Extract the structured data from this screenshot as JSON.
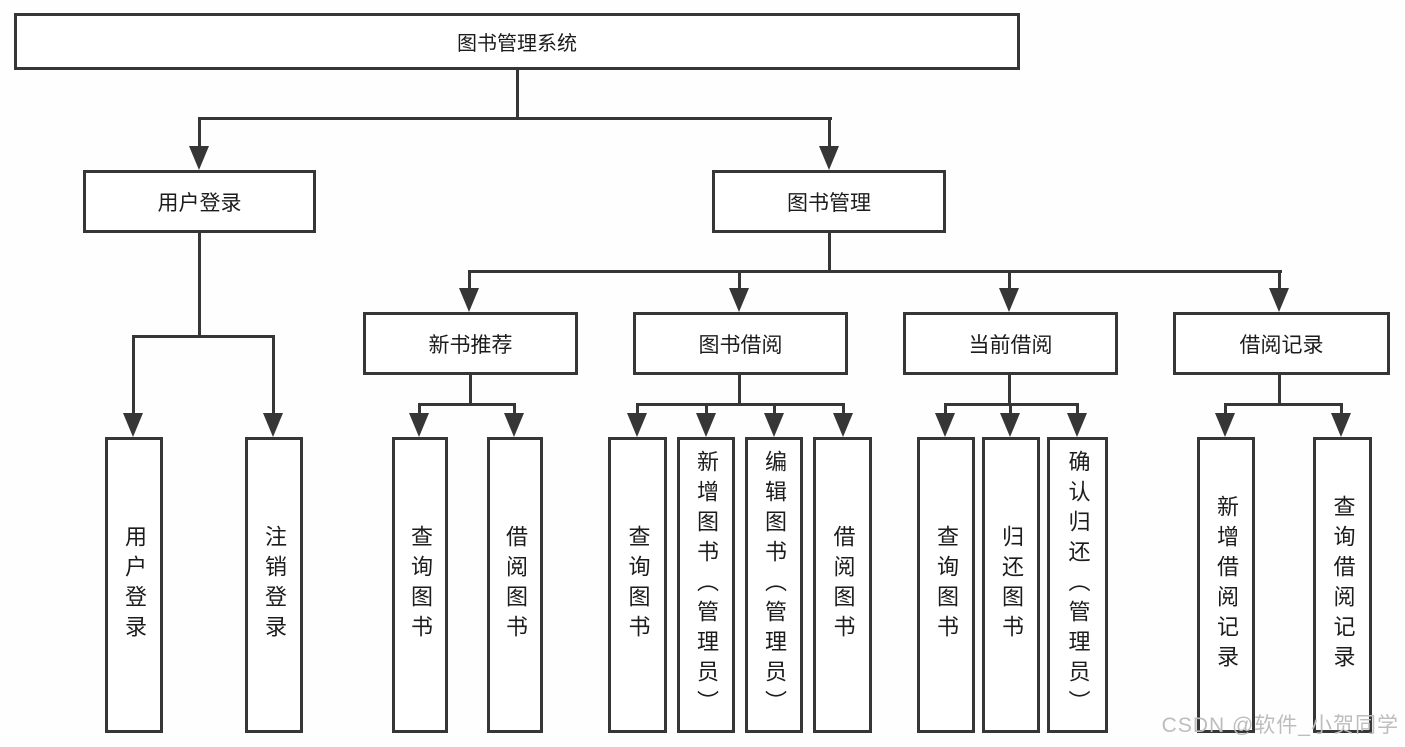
{
  "diagram": {
    "root": {
      "label": "图书管理系统"
    },
    "user_login": {
      "label": "用户登录",
      "leaves": [
        {
          "label": "用户登录"
        },
        {
          "label": "注销登录"
        }
      ]
    },
    "book_management": {
      "label": "图书管理",
      "sections": [
        {
          "label": "新书推荐",
          "leaves": [
            {
              "label": "查询图书"
            },
            {
              "label": "借阅图书"
            }
          ]
        },
        {
          "label": "图书借阅",
          "leaves": [
            {
              "label": "查询图书"
            },
            {
              "label": "新增图书（管理员）"
            },
            {
              "label": "编辑图书（管理员）"
            },
            {
              "label": "借阅图书"
            }
          ]
        },
        {
          "label": "当前借阅",
          "leaves": [
            {
              "label": "查询图书"
            },
            {
              "label": "归还图书"
            },
            {
              "label": "确认归还（管理员）"
            }
          ]
        },
        {
          "label": "借阅记录",
          "leaves": [
            {
              "label": "新增借阅记录"
            },
            {
              "label": "查询借阅记录"
            }
          ]
        }
      ]
    }
  },
  "watermark": {
    "text": "CSDN @软件_小贺同学"
  },
  "colors": {
    "line": "#363636",
    "box_border": "#363636",
    "box_fill": "#ffffff",
    "text": "#1c1c1c",
    "watermark": "#bdbdbd",
    "background": "#ffffff"
  }
}
